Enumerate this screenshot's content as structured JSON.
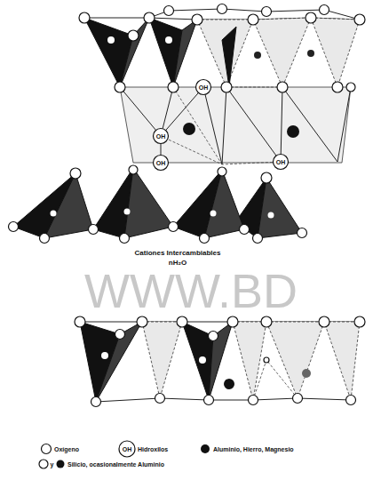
{
  "diagram": {
    "labels": [
      "OH",
      "OH",
      "OH",
      "OH",
      "Cationes Intercambiables",
      "nH₂O",
      "WWW.BD",
      "OH",
      "y"
    ],
    "legend": [
      {
        "text": "Oxígeno"
      },
      {
        "text": "Hidroxilos"
      },
      {
        "text": "Aluminio, Hierro, Magnesio"
      },
      {
        "text": "Silicio, ocasionalmente Aluminio"
      }
    ]
  }
}
